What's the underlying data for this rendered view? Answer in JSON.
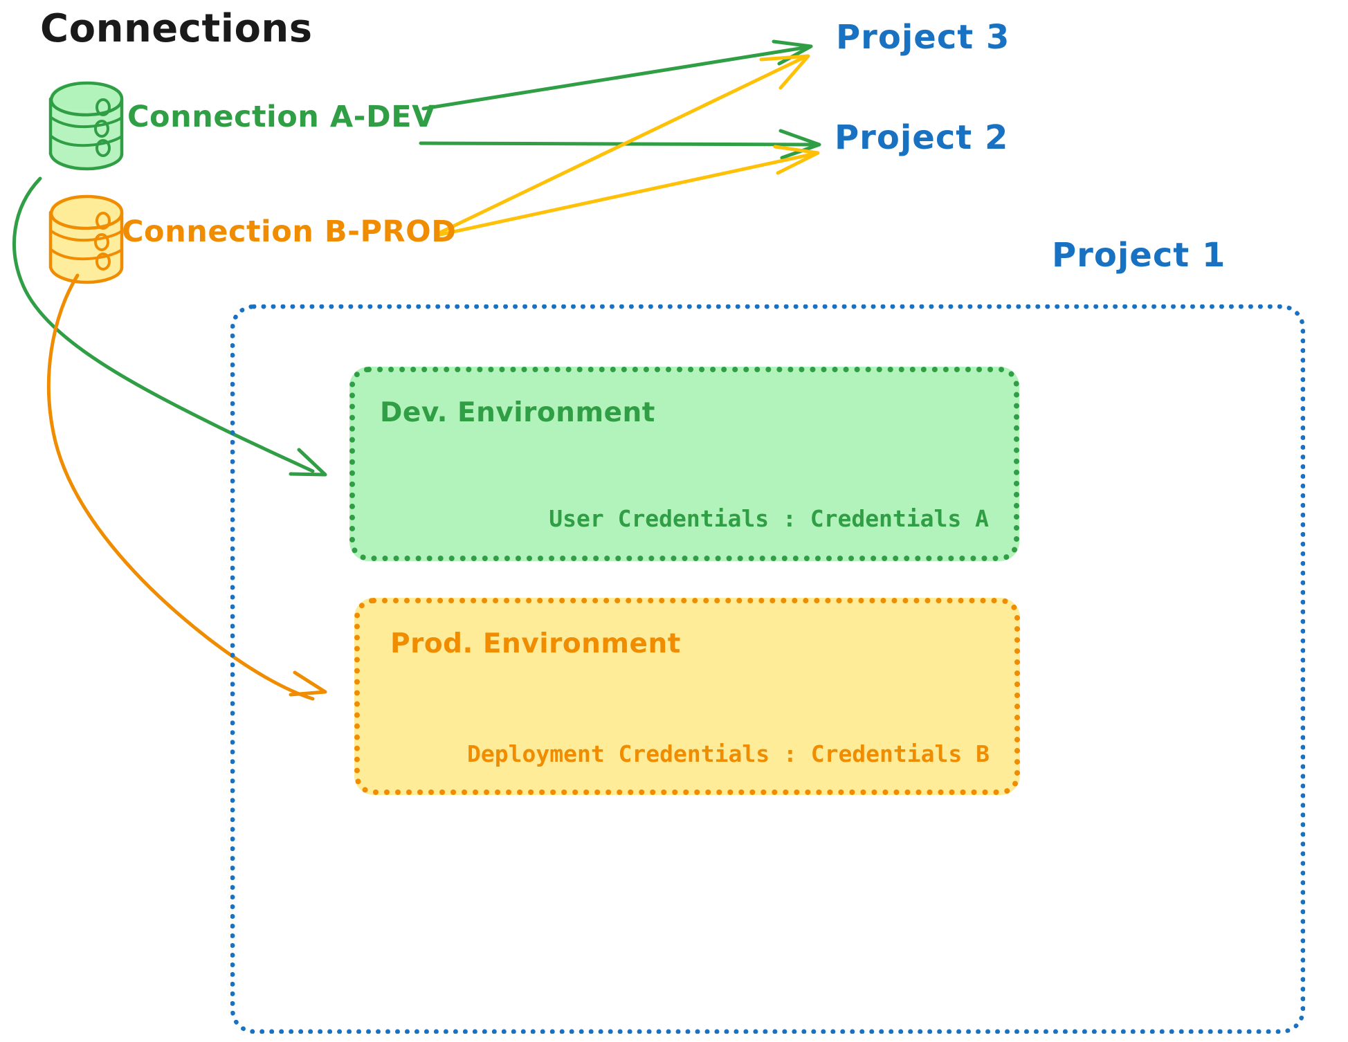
{
  "title": "Connections",
  "connections": [
    {
      "id": "connection-a-dev",
      "label": "Connection A-DEV",
      "color": "#2f9e44",
      "db_icon": "database-icon",
      "targets": [
        "Project 3",
        "Project 2",
        "Dev. Environment"
      ]
    },
    {
      "id": "connection-b-prod",
      "label": "Connection B-PROD",
      "color": "#f08c00",
      "db_icon": "database-icon",
      "targets": [
        "Project 3",
        "Project 2",
        "Prod. Environment"
      ]
    }
  ],
  "projects": [
    {
      "id": "project-3",
      "label": "Project 3",
      "color": "#1971c2"
    },
    {
      "id": "project-2",
      "label": "Project 2",
      "color": "#1971c2"
    },
    {
      "id": "project-1",
      "label": "Project 1",
      "color": "#1971c2"
    }
  ],
  "project1_container": {
    "label": "Project 1",
    "border_color": "#1971c2",
    "border_style": "dotted"
  },
  "environments": [
    {
      "id": "dev-environment",
      "title": "Dev. Environment",
      "credentials_line": "User Credentials : Credentials A",
      "credentials_key": "User Credentials",
      "credentials_value": "Credentials A",
      "fill": "#b2f2bb",
      "border_color": "#2f9e44"
    },
    {
      "id": "prod-environment",
      "title": "Prod. Environment",
      "credentials_line": "Deployment Credentials : Credentials B",
      "credentials_key": "Deployment Credentials",
      "credentials_value": "Credentials B",
      "fill": "#ffec99",
      "border_color": "#f08c00"
    }
  ],
  "colors": {
    "green": "#2f9e44",
    "green_fill": "#b2f2bb",
    "orange": "#f08c00",
    "orange_fill": "#ffec99",
    "blue": "#1971c2",
    "black": "#1a1a1a"
  }
}
